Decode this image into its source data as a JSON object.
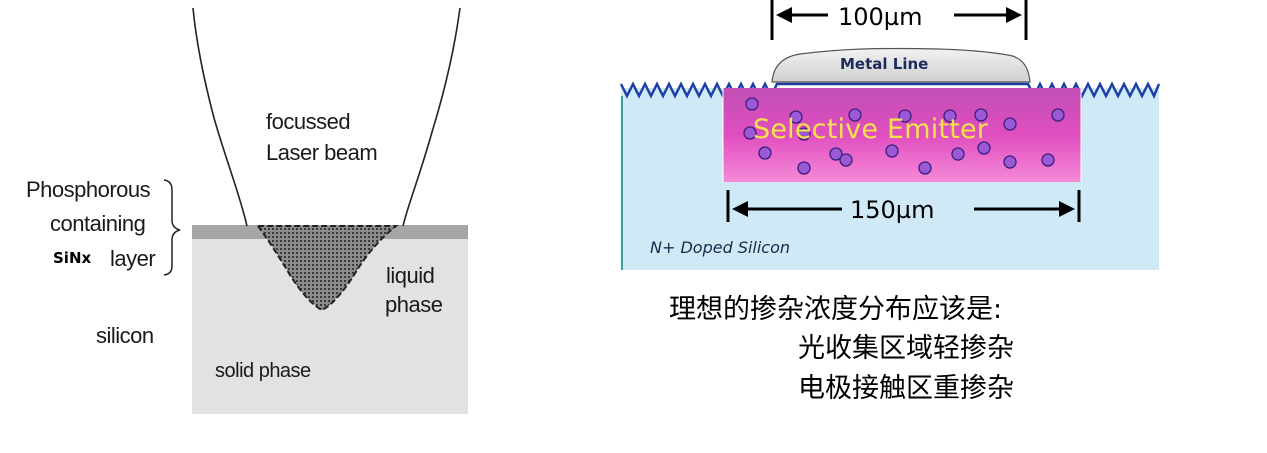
{
  "left_diagram": {
    "beam_label_line1": "focussed",
    "beam_label_line2": "Laser beam",
    "layer_label_line1": "Phosphorous",
    "layer_label_line2": "containing",
    "layer_label_line3": "layer",
    "sinx_label": "SiNx",
    "silicon_label": "silicon",
    "liquid_label_line1": "liquid",
    "liquid_label_line2": "phase",
    "solid_label": "solid phase"
  },
  "right_diagram": {
    "top_dimension": "100µm",
    "metal_line": "Metal Line",
    "emitter_label": "Selective Emitter",
    "bottom_dimension": "150µm",
    "substrate_label": "N+ Doped Silicon"
  },
  "caption": {
    "line1": "理想的掺杂浓度分布应该是:",
    "line2": "光收集区域轻掺杂",
    "line3": "电极接触区重掺杂"
  }
}
